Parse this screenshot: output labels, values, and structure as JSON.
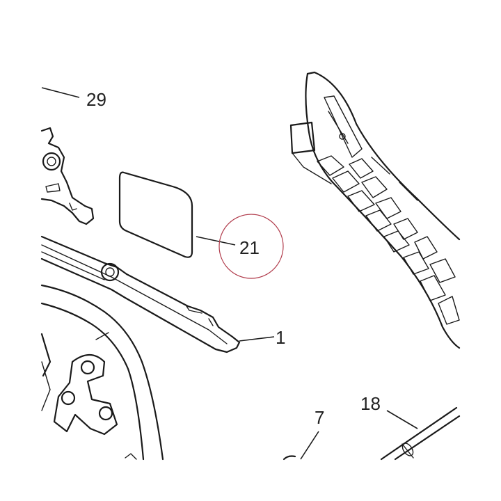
{
  "diagram": {
    "callouts": [
      {
        "id": "29",
        "label": "29"
      },
      {
        "id": "21",
        "label": "21"
      },
      {
        "id": "1",
        "label": "1"
      },
      {
        "id": "7",
        "label": "7"
      },
      {
        "id": "18",
        "label": "18"
      }
    ],
    "highlight": {
      "label": "21",
      "color": "#b03a4a"
    },
    "colors": {
      "ink": "#1a1a1a",
      "background": "#ffffff"
    }
  }
}
